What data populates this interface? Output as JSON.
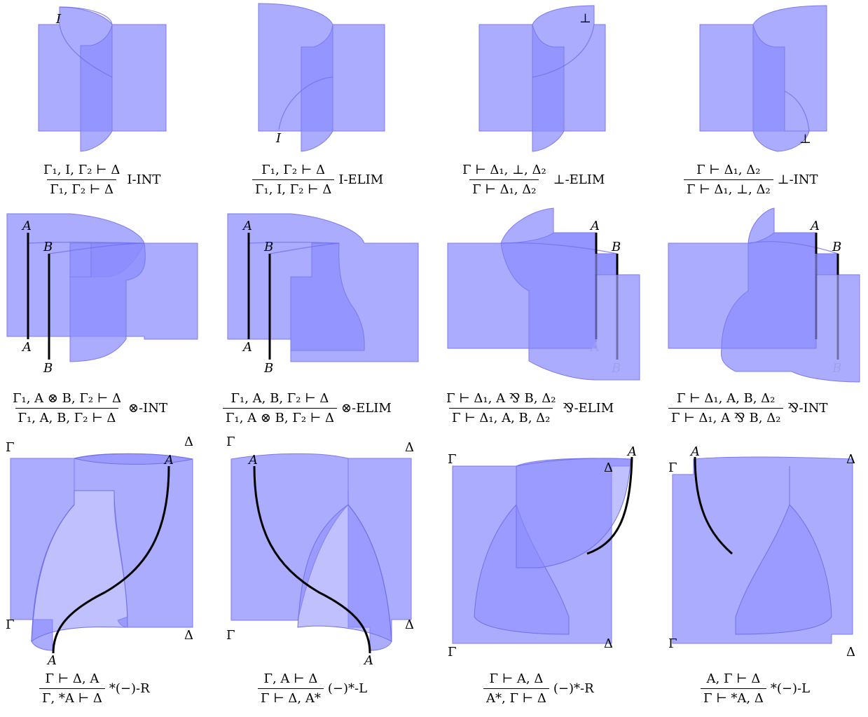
{
  "cells": [
    {
      "id": "i-int",
      "premise": "Γ₁, I, Γ₂ ⊢ Δ",
      "conclusion": "Γ₁, Γ₂ ⊢ Δ",
      "rule": "I-INT",
      "labels": [
        "I"
      ]
    },
    {
      "id": "i-elim",
      "premise": "Γ₁, Γ₂ ⊢ Δ",
      "conclusion": "Γ₁, I, Γ₂ ⊢ Δ",
      "rule": "I-ELIM",
      "labels": [
        "I"
      ]
    },
    {
      "id": "bot-elim",
      "premise": "Γ ⊢ Δ₁, ⊥, Δ₂",
      "conclusion": "Γ ⊢ Δ₁, Δ₂",
      "rule": "⊥-ELIM",
      "labels": [
        "⊥"
      ]
    },
    {
      "id": "bot-int",
      "premise": "Γ ⊢ Δ₁, Δ₂",
      "conclusion": "Γ ⊢ Δ₁, ⊥, Δ₂",
      "rule": "⊥-INT",
      "labels": [
        "⊥"
      ]
    },
    {
      "id": "tensor-int",
      "premise": "Γ₁, A ⊗ B, Γ₂ ⊢ Δ",
      "conclusion": "Γ₁, A, B, Γ₂ ⊢ Δ",
      "rule": "⊗-INT",
      "labels": [
        "A",
        "B",
        "A",
        "B"
      ]
    },
    {
      "id": "tensor-elim",
      "premise": "Γ₁, A, B, Γ₂ ⊢ Δ",
      "conclusion": "Γ₁, A ⊗ B, Γ₂ ⊢ Δ",
      "rule": "⊗-ELIM",
      "labels": [
        "A",
        "B",
        "A",
        "B"
      ]
    },
    {
      "id": "par-elim",
      "premise": "Γ ⊢ Δ₁, A ⅋ B, Δ₂",
      "conclusion": "Γ ⊢ Δ₁, A, B, Δ₂",
      "rule": "⅋-ELIM",
      "labels": [
        "A",
        "B",
        "A",
        "B"
      ]
    },
    {
      "id": "par-int",
      "premise": "Γ ⊢ Δ₁, A, B, Δ₂",
      "conclusion": "Γ ⊢ Δ₁, A ⅋ B, Δ₂",
      "rule": "⅋-INT",
      "labels": [
        "A",
        "B",
        "B"
      ]
    },
    {
      "id": "ldual-r",
      "premise": "Γ ⊢ Δ, A",
      "conclusion": "Γ, *A ⊢ Δ",
      "rule": "*(−)-R",
      "labels": [
        "Γ",
        "Δ",
        "A",
        "Γ",
        "Δ",
        "A"
      ]
    },
    {
      "id": "rdual-l",
      "premise": "Γ, A ⊢ Δ",
      "conclusion": "Γ ⊢ Δ, A*",
      "rule": "(−)*-L",
      "labels": [
        "Γ",
        "Δ",
        "A",
        "Γ",
        "Δ",
        "A"
      ]
    },
    {
      "id": "rdual-r",
      "premise": "Γ ⊢ A, Δ",
      "conclusion": "A*, Γ ⊢ Δ",
      "rule": "(−)*-R",
      "labels": [
        "A",
        "Γ",
        "Δ",
        "Δ",
        "Γ"
      ]
    },
    {
      "id": "ldual-l",
      "premise": "A, Γ ⊢ Δ",
      "conclusion": "Γ ⊢ *A, Δ",
      "rule": "*(−)-L",
      "labels": [
        "A",
        "Γ",
        "Δ",
        "Γ",
        "Δ"
      ]
    }
  ]
}
